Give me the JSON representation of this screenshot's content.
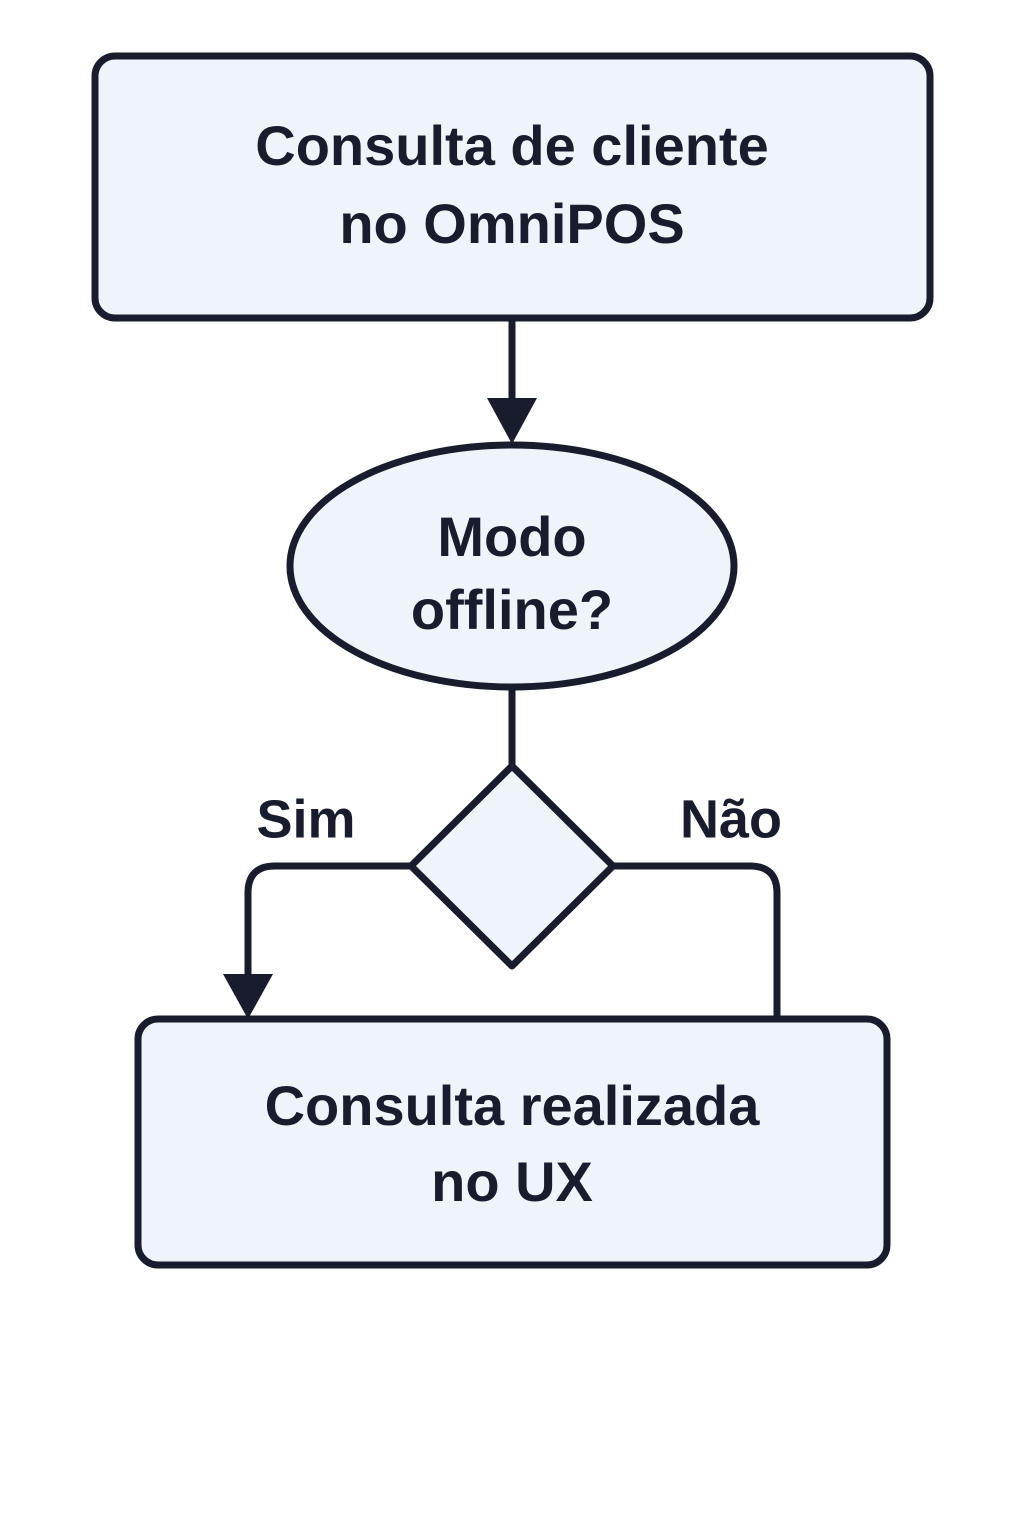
{
  "diagram": {
    "type": "flowchart",
    "direction": "top-down",
    "background_color": "#ffffff",
    "node_fill_color": "#eff4fb",
    "stroke_color": "#191c2c",
    "text_color": "#191c2c",
    "nodes": [
      {
        "id": "start",
        "shape": "rounded-rectangle",
        "line1": "Consulta de cliente",
        "line2": "no OmniPOS"
      },
      {
        "id": "condition",
        "shape": "ellipse",
        "line1": "Modo",
        "line2": "offline?"
      },
      {
        "id": "decision",
        "shape": "diamond",
        "line1": "",
        "line2": ""
      },
      {
        "id": "end",
        "shape": "rounded-rectangle",
        "line1": "Consulta realizada",
        "line2": "no UX"
      }
    ],
    "edges": [
      {
        "id": "start-to-condition",
        "from": "start",
        "to": "condition",
        "label": "",
        "arrow": true
      },
      {
        "id": "condition-to-decision",
        "from": "condition",
        "to": "decision",
        "label": "",
        "arrow": false
      },
      {
        "id": "decision-yes",
        "from": "decision",
        "to": "end",
        "label": "Sim",
        "arrow": true
      },
      {
        "id": "decision-no",
        "from": "decision",
        "to": "end",
        "label": "Não",
        "arrow": false
      }
    ]
  }
}
